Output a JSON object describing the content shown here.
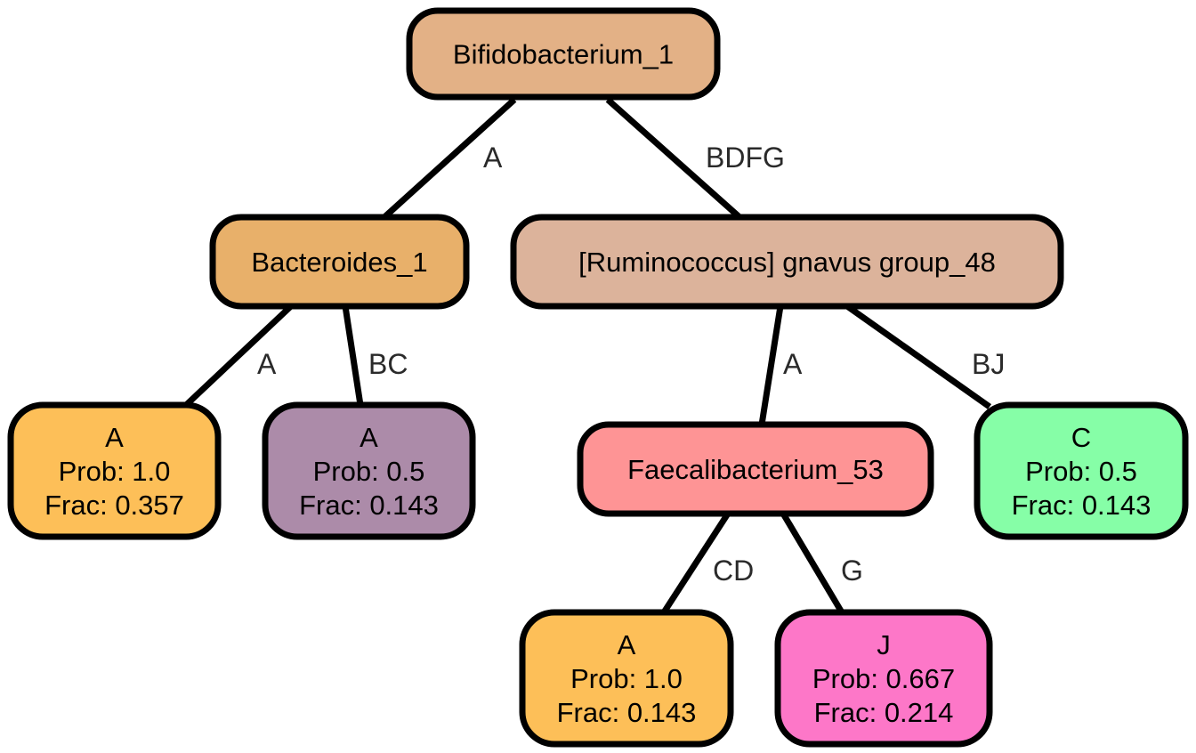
{
  "nodes": [
    {
      "id": "n-root",
      "lines": [
        "Bifidobacterium_1"
      ],
      "color": "#e3b186"
    },
    {
      "id": "n-bacteroides",
      "lines": [
        "Bacteroides_1"
      ],
      "color": "#e8b06a"
    },
    {
      "id": "n-ruminococcus",
      "lines": [
        "[Ruminococcus] gnavus group_48"
      ],
      "color": "#dcb39b"
    },
    {
      "id": "n-leaf-a1",
      "lines": [
        "A",
        "Prob: 1.0",
        "Frac: 0.357"
      ],
      "color": "#fdbf58"
    },
    {
      "id": "n-leaf-a2",
      "lines": [
        "A",
        "Prob: 0.5",
        "Frac: 0.143"
      ],
      "color": "#ac8ba9"
    },
    {
      "id": "n-faecali",
      "lines": [
        "Faecalibacterium_53"
      ],
      "color": "#fe9495"
    },
    {
      "id": "n-leaf-c",
      "lines": [
        "C",
        "Prob: 0.5",
        "Frac: 0.143"
      ],
      "color": "#86fea7"
    },
    {
      "id": "n-leaf-a3",
      "lines": [
        "A",
        "Prob: 1.0",
        "Frac: 0.143"
      ],
      "color": "#fdbf58"
    },
    {
      "id": "n-leaf-j",
      "lines": [
        "J",
        "Prob: 0.667",
        "Frac: 0.214"
      ],
      "color": "#fd77c8"
    }
  ],
  "edges": [
    {
      "from": "n-root",
      "to": "n-bacteroides",
      "label": "A"
    },
    {
      "from": "n-root",
      "to": "n-ruminococcus",
      "label": "BDFG"
    },
    {
      "from": "n-bacteroides",
      "to": "n-leaf-a1",
      "label": "A"
    },
    {
      "from": "n-bacteroides",
      "to": "n-leaf-a2",
      "label": "BC"
    },
    {
      "from": "n-ruminococcus",
      "to": "n-faecali",
      "label": "A"
    },
    {
      "from": "n-ruminococcus",
      "to": "n-leaf-c",
      "label": "BJ"
    },
    {
      "from": "n-faecali",
      "to": "n-leaf-a3",
      "label": "CD"
    },
    {
      "from": "n-faecali",
      "to": "n-leaf-j",
      "label": "G"
    }
  ]
}
